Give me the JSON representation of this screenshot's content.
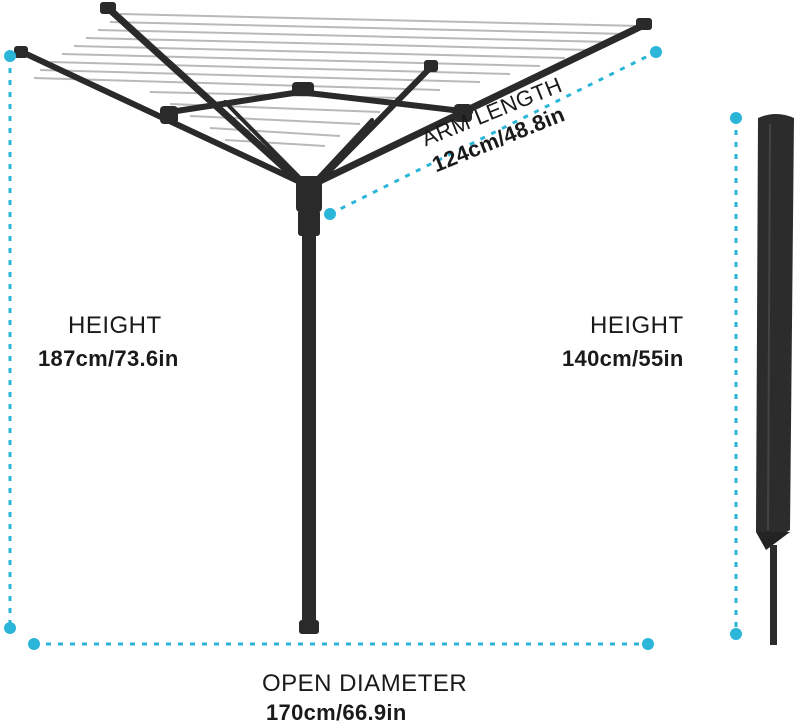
{
  "colors": {
    "accent": "#2bb5d9",
    "frame": "#2a2a2a",
    "line": "#b9b9b9",
    "cover": "#2c2c2c",
    "text": "#1a1a1a"
  },
  "labels": {
    "height_open_caption": "HEIGHT",
    "height_open_value": "187cm/73.6in",
    "arm_caption": "ARM LENGTH",
    "arm_value": "124cm/48.8in",
    "height_closed_caption": "HEIGHT",
    "height_closed_value": "140cm/55in",
    "diameter_caption": "OPEN DIAMETER",
    "diameter_value": "170cm/66.9in"
  }
}
